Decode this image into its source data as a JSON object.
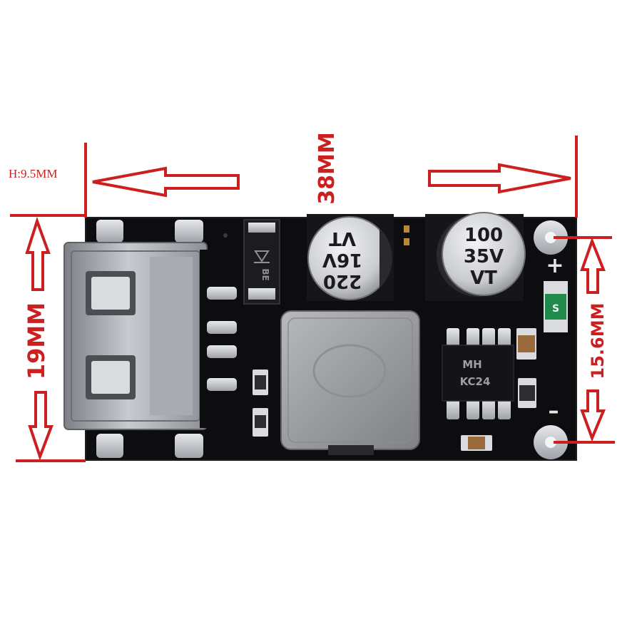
{
  "dimensions": {
    "height_label": "H:9.5MM",
    "length_label": "38MM",
    "width_label": "19MM",
    "hole_spacing_label": "15.6MM"
  },
  "components": {
    "cap1": {
      "line1": "220",
      "line2": "16V",
      "line3": "VT"
    },
    "cap2": {
      "line1": "100",
      "line2": "35V",
      "line3": "VT"
    },
    "chip": {
      "line1": "MH",
      "line2": "KC24"
    },
    "diode": {
      "marking": "BE"
    },
    "fuse": {
      "marking": "S"
    },
    "plus_sign": "+",
    "minus_sign": "–"
  },
  "colors": {
    "annotation": "#cc1f1f",
    "pcb": "#0d0d0f",
    "pad": "#c9ccd1",
    "inductor": "#9a9ca0",
    "capacitor_top": "#d6d7da"
  }
}
